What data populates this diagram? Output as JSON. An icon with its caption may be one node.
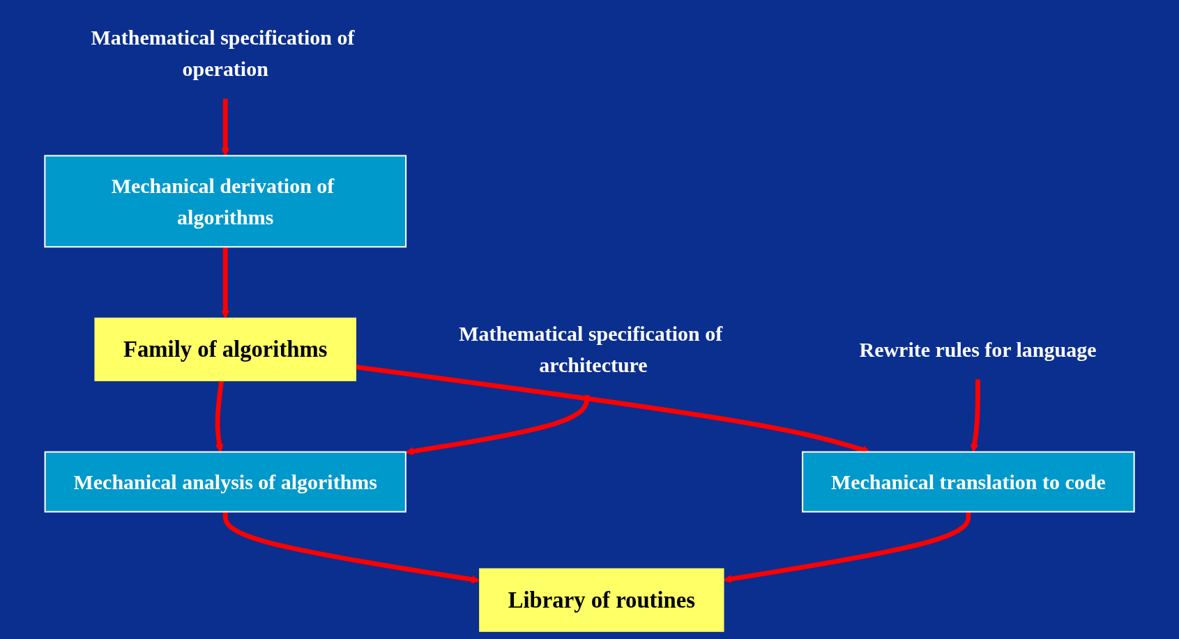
{
  "diagram": {
    "nodes": [
      {
        "text": [
          "Mathematical specification of operation"
        ]
      },
      {
        "text": [
          "Mechanical derivation of algorithms"
        ]
      },
      {
        "text": [
          "Family of algorithms"
        ]
      },
      {
        "text": [
          "Mathematical specification of architecture"
        ]
      },
      {
        "text": [
          "Mechanical analysis of algorithms"
        ]
      },
      {
        "text": [
          "Rewrite rules for language"
        ]
      },
      {
        "text": [
          "Mechanical translation to code"
        ]
      },
      {
        "text": [
          "Library of routines"
        ]
      }
    ],
    "edges": [
      {
        "from": 0,
        "to": 1,
        "arrow": "to"
      },
      {
        "from": 1,
        "to": 2,
        "arrow": "to"
      },
      {
        "from": 2,
        "to": 4,
        "arrow": "to"
      },
      {
        "from": 2,
        "to": 6,
        "arrow": "to"
      },
      {
        "from": 3,
        "to": 4,
        "arrow": "to"
      },
      {
        "from": 5,
        "to": 6,
        "arrow": "to"
      },
      {
        "from": 4,
        "to": 7,
        "arrow": "to"
      },
      {
        "from": 6,
        "to": 7,
        "arrow": "to"
      }
    ]
  }
}
